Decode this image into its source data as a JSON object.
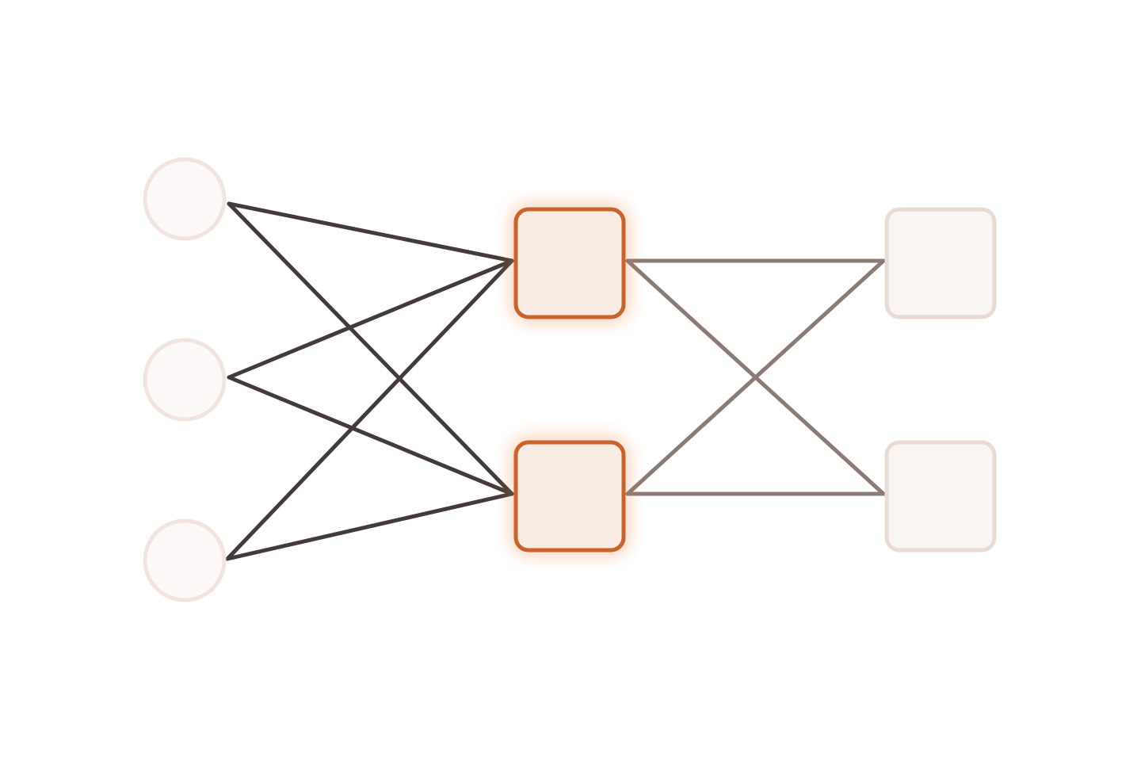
{
  "diagram": {
    "type": "network-graph",
    "layers": [
      {
        "id": "input",
        "shape": "circle",
        "state": "dimmed",
        "nodes": [
          "in-1",
          "in-2",
          "in-3"
        ]
      },
      {
        "id": "hidden",
        "shape": "rounded-square",
        "state": "highlighted",
        "nodes": [
          "hid-1",
          "hid-2"
        ]
      },
      {
        "id": "output",
        "shape": "rounded-square",
        "state": "dimmed",
        "nodes": [
          "out-1",
          "out-2"
        ]
      }
    ],
    "edges": [
      {
        "from": "in-1",
        "to": "hid-1",
        "group": "input-hidden"
      },
      {
        "from": "in-1",
        "to": "hid-2",
        "group": "input-hidden"
      },
      {
        "from": "in-2",
        "to": "hid-1",
        "group": "input-hidden"
      },
      {
        "from": "in-2",
        "to": "hid-2",
        "group": "input-hidden"
      },
      {
        "from": "in-3",
        "to": "hid-1",
        "group": "input-hidden"
      },
      {
        "from": "in-3",
        "to": "hid-2",
        "group": "input-hidden"
      },
      {
        "from": "hid-1",
        "to": "out-1",
        "group": "hidden-output"
      },
      {
        "from": "hid-1",
        "to": "out-2",
        "group": "hidden-output"
      },
      {
        "from": "hid-2",
        "to": "out-1",
        "group": "hidden-output"
      },
      {
        "from": "hid-2",
        "to": "out-2",
        "group": "hidden-output"
      }
    ],
    "colors": {
      "background": "#ffffff",
      "input_node_fill": "#fcf9f8",
      "input_node_stroke": "#f1e4de",
      "hidden_node_fill": "#f8ebe3",
      "hidden_node_stroke": "#c9632a",
      "hidden_node_glow": "#f07a35",
      "output_node_fill": "#f9f5f2",
      "output_node_stroke": "#eadbd2",
      "edge_input_hidden": "#433b3b",
      "edge_hidden_output": "#8a7b74"
    }
  }
}
